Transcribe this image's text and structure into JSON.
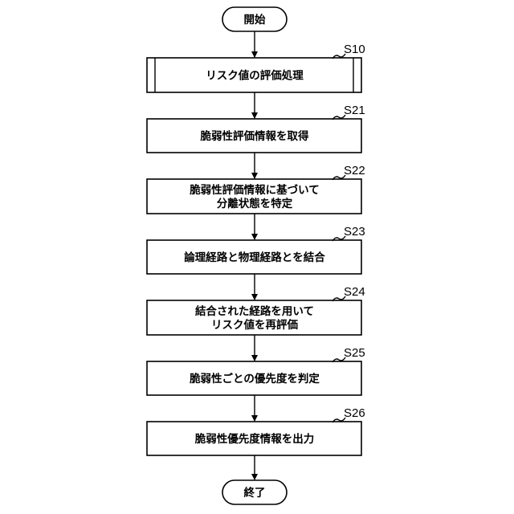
{
  "start": "開始",
  "end": "終了",
  "steps": [
    {
      "id": "S10",
      "lines": [
        "リスク値の評価処理"
      ],
      "subroutine": true
    },
    {
      "id": "S21",
      "lines": [
        "脆弱性評価情報を取得"
      ]
    },
    {
      "id": "S22",
      "lines": [
        "脆弱性評価情報に基づいて",
        "分離状態を特定"
      ]
    },
    {
      "id": "S23",
      "lines": [
        "論理経路と物理経路とを結合"
      ]
    },
    {
      "id": "S24",
      "lines": [
        "結合された経路を用いて",
        "リスク値を再評価"
      ]
    },
    {
      "id": "S25",
      "lines": [
        "脆弱性ごとの優先度を判定"
      ]
    },
    {
      "id": "S26",
      "lines": [
        "脆弱性優先度情報を出力"
      ]
    }
  ]
}
